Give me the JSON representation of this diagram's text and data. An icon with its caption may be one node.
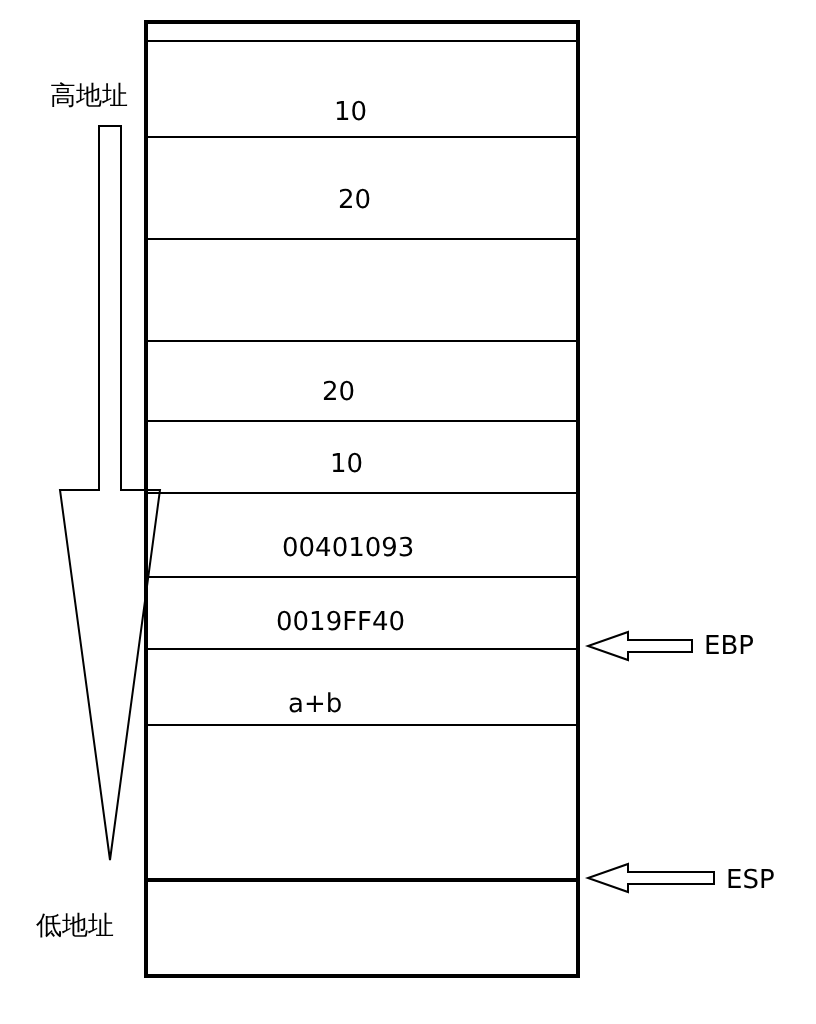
{
  "diagram": {
    "nodes": [
      {
        "text": [],
        "shape": "box"
      },
      {
        "text": [],
        "shape": "box",
        "in": 0
      },
      {
        "text": [
          "10"
        ],
        "in": 0
      },
      {
        "text": [
          "20"
        ],
        "in": 0
      },
      {
        "text": [],
        "shape": "box",
        "in": 0
      },
      {
        "text": [
          "20"
        ],
        "in": 0
      },
      {
        "text": [
          "10"
        ],
        "in": 0
      },
      {
        "text": [
          "00401093"
        ],
        "in": 0
      },
      {
        "text": [
          "0019FF40"
        ],
        "in": 0
      },
      {
        "text": [
          "a+b"
        ],
        "in": 0
      },
      {
        "text": [],
        "shape": "box",
        "in": 0
      },
      {
        "text": [],
        "shape": "box",
        "in": 0
      },
      {
        "text": [
          "EBP"
        ]
      },
      {
        "text": [
          "ESP"
        ]
      },
      {
        "text": [
          "高地址"
        ]
      },
      {
        "text": [
          "低地址"
        ]
      }
    ],
    "edges": [
      {
        "from": 12,
        "to": 0,
        "arrow": "to"
      },
      {
        "from": 13,
        "to": 0,
        "arrow": "to"
      },
      {
        "from": 14,
        "to": 15,
        "arrow": "to"
      }
    ]
  }
}
